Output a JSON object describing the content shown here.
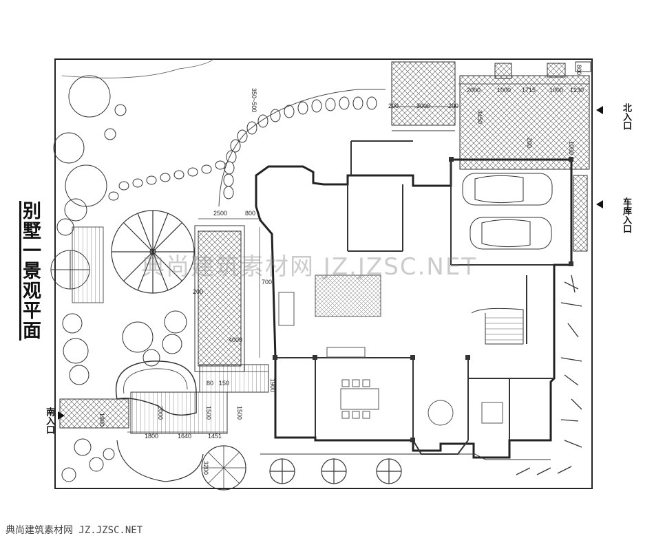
{
  "title": "别墅一景观平面",
  "entrances": {
    "north": "北入口",
    "car": "车库入口",
    "south": "南入口"
  },
  "watermark": "典尚建筑素材网 JZ.JZSC.NET",
  "watermark_bottom": "典尚建筑素材网 JZ.JZSC.NET",
  "dims": {
    "d2000a": "2000",
    "d1000a": "1000",
    "d1715": "1715",
    "d1000b": "1000",
    "d1230": "1230",
    "d200a": "200",
    "d3000": "3000",
    "d200b": "200",
    "d3450": "3450",
    "d200c": "200",
    "d800a": "800",
    "d1000c": "1000",
    "d350_500": "350~500",
    "d2500": "2500",
    "d800b": "800",
    "d700": "700",
    "d200d": "200",
    "d4000": "4000",
    "d80": "80",
    "d150": "150",
    "d1900a": "1900",
    "d1500a": "1500",
    "d1500b": "1500",
    "d2000b": "2000",
    "d1900b": "1900",
    "d1800": "1800",
    "d1640": "1640",
    "d1451": "1451",
    "d3200": "3200"
  }
}
